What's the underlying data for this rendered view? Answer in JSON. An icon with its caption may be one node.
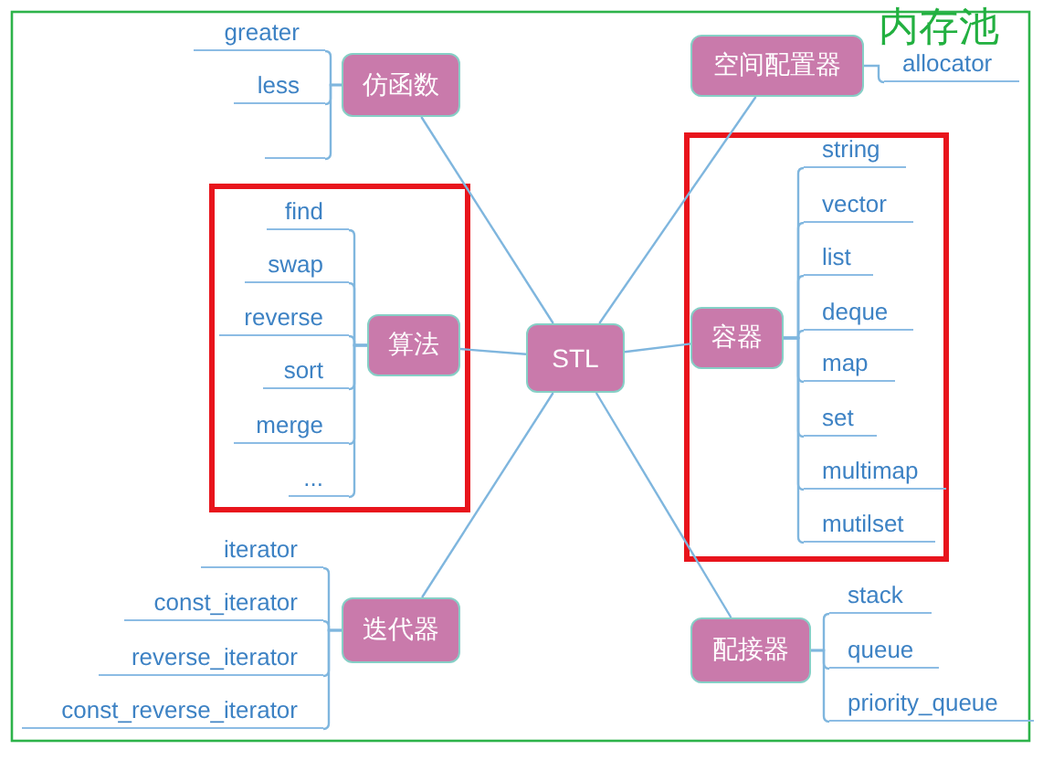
{
  "diagram": {
    "nodes": [
      {
        "text": [
          "STL"
        ]
      },
      {
        "text": [
          "仿函数"
        ]
      },
      {
        "text": [
          "greater"
        ]
      },
      {
        "text": [
          "less"
        ]
      },
      {
        "text": [],
        "shape": "bar"
      },
      {
        "text": [
          "算法"
        ]
      },
      {
        "text": [
          "find"
        ]
      },
      {
        "text": [
          "swap"
        ]
      },
      {
        "text": [
          "reverse"
        ]
      },
      {
        "text": [
          "sort"
        ]
      },
      {
        "text": [
          "merge"
        ]
      },
      {
        "text": [
          "..."
        ]
      },
      {
        "text": [
          "迭代器"
        ]
      },
      {
        "text": [
          "iterator"
        ]
      },
      {
        "text": [
          "const_iterator"
        ]
      },
      {
        "text": [
          "reverse_iterator"
        ]
      },
      {
        "text": [
          "const_reverse_iterator"
        ]
      },
      {
        "text": [
          "空间配置器"
        ]
      },
      {
        "text": [
          "allocator"
        ]
      },
      {
        "text": [
          "容器"
        ]
      },
      {
        "text": [
          "string"
        ]
      },
      {
        "text": [
          "vector"
        ]
      },
      {
        "text": [
          "list"
        ]
      },
      {
        "text": [
          "deque"
        ]
      },
      {
        "text": [
          "map"
        ]
      },
      {
        "text": [
          "set"
        ]
      },
      {
        "text": [
          "multimap"
        ]
      },
      {
        "text": [
          "mutilset"
        ]
      },
      {
        "text": [
          "配接器"
        ]
      },
      {
        "text": [
          "stack"
        ]
      },
      {
        "text": [
          "queue"
        ]
      },
      {
        "text": [
          "priority_queue"
        ]
      }
    ],
    "edges": [
      {
        "from": 0,
        "to": 1,
        "arrow": "none"
      },
      {
        "from": 0,
        "to": 5,
        "arrow": "none"
      },
      {
        "from": 0,
        "to": 12,
        "arrow": "none"
      },
      {
        "from": 0,
        "to": 17,
        "arrow": "none"
      },
      {
        "from": 0,
        "to": 19,
        "arrow": "none"
      },
      {
        "from": 0,
        "to": 28,
        "arrow": "none"
      },
      {
        "from": 1,
        "to": 2,
        "arrow": "none"
      },
      {
        "from": 1,
        "to": 3,
        "arrow": "none"
      },
      {
        "from": 1,
        "to": 4,
        "arrow": "none"
      },
      {
        "from": 5,
        "to": 6,
        "arrow": "none"
      },
      {
        "from": 5,
        "to": 7,
        "arrow": "none"
      },
      {
        "from": 5,
        "to": 8,
        "arrow": "none"
      },
      {
        "from": 5,
        "to": 9,
        "arrow": "none"
      },
      {
        "from": 5,
        "to": 10,
        "arrow": "none"
      },
      {
        "from": 5,
        "to": 11,
        "arrow": "none"
      },
      {
        "from": 12,
        "to": 13,
        "arrow": "none"
      },
      {
        "from": 12,
        "to": 14,
        "arrow": "none"
      },
      {
        "from": 12,
        "to": 15,
        "arrow": "none"
      },
      {
        "from": 12,
        "to": 16,
        "arrow": "none"
      },
      {
        "from": 17,
        "to": 18,
        "arrow": "none"
      },
      {
        "from": 19,
        "to": 20,
        "arrow": "none"
      },
      {
        "from": 19,
        "to": 21,
        "arrow": "none"
      },
      {
        "from": 19,
        "to": 22,
        "arrow": "none"
      },
      {
        "from": 19,
        "to": 23,
        "arrow": "none"
      },
      {
        "from": 19,
        "to": 24,
        "arrow": "none"
      },
      {
        "from": 19,
        "to": 25,
        "arrow": "none"
      },
      {
        "from": 19,
        "to": 26,
        "arrow": "none"
      },
      {
        "from": 19,
        "to": 27,
        "arrow": "none"
      },
      {
        "from": 28,
        "to": 29,
        "arrow": "none"
      },
      {
        "from": 28,
        "to": 30,
        "arrow": "none"
      },
      {
        "from": 28,
        "to": 31,
        "arrow": "none"
      }
    ],
    "labels": [
      "内存池"
    ]
  }
}
